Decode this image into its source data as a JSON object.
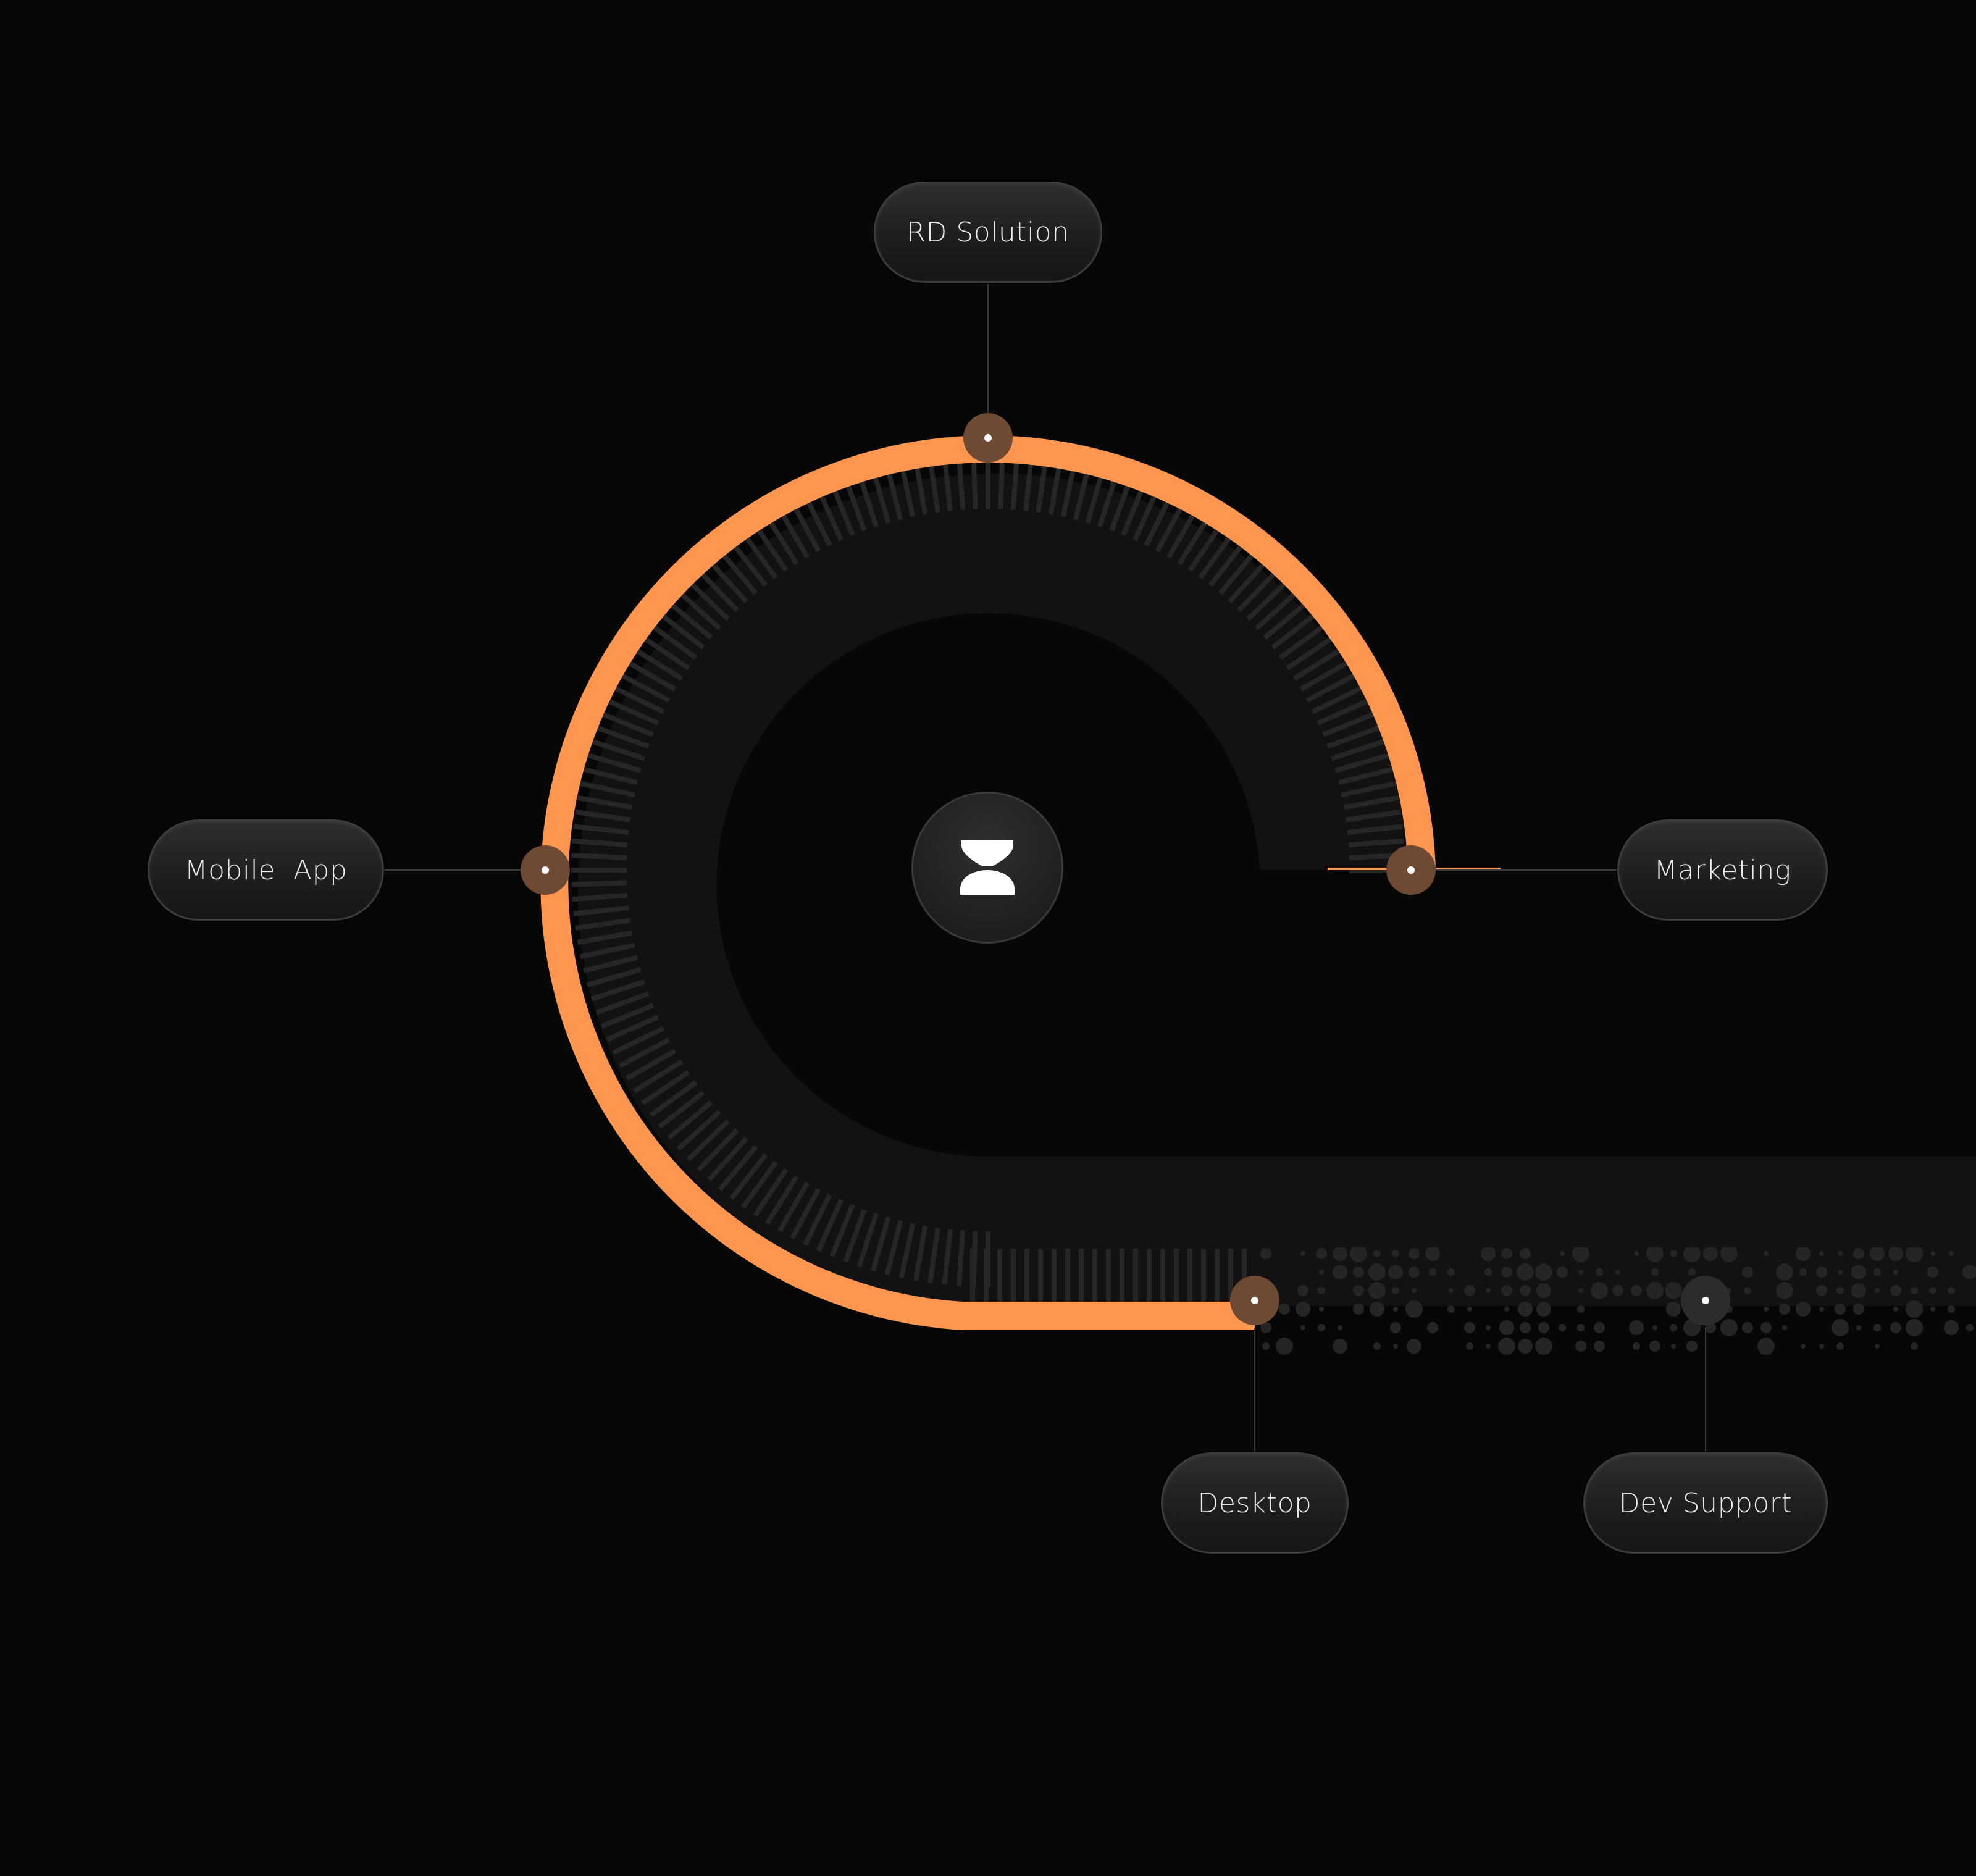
{
  "colors": {
    "background": "#070707",
    "accent": "#FF9650",
    "track": "#121212",
    "node": "#6E4A34",
    "node_neutral": "#2C2C2C"
  },
  "center": {
    "icon": "hourglass-icon"
  },
  "nodes": [
    {
      "id": "rd-solution",
      "label": "RD Solution"
    },
    {
      "id": "mobile-app",
      "label": "Mobile  App"
    },
    {
      "id": "marketing",
      "label": "Marketing"
    },
    {
      "id": "desktop",
      "label": "Desktop"
    },
    {
      "id": "dev-support",
      "label": "Dev Support"
    }
  ]
}
